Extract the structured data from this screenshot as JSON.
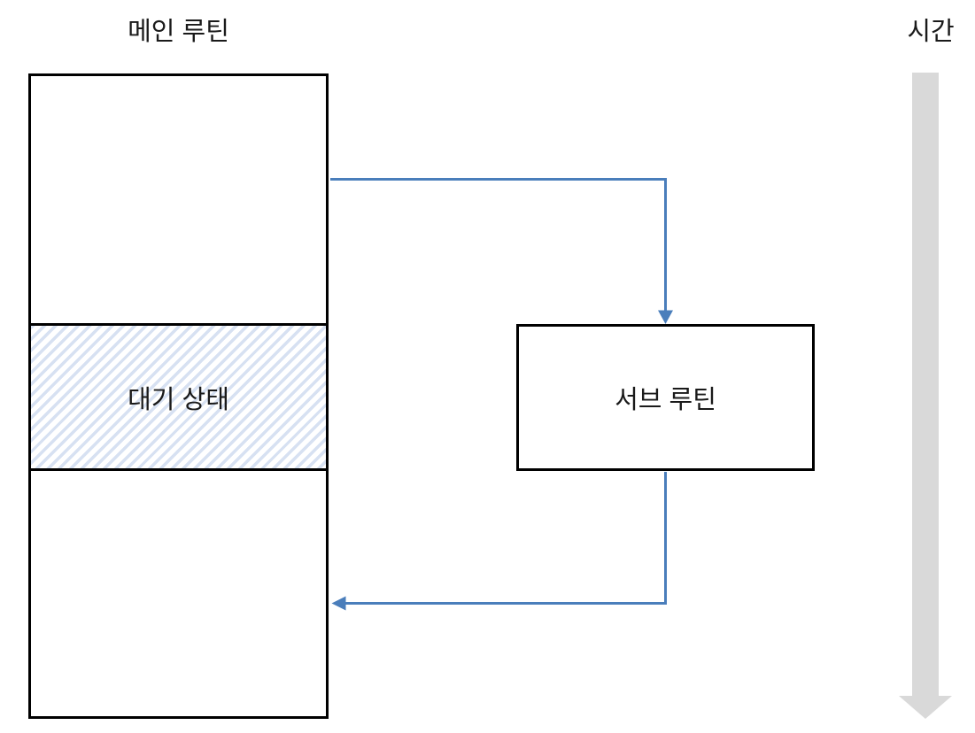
{
  "diagram": {
    "main_routine": {
      "title": "메인 루틴",
      "waiting_label": "대기 상태"
    },
    "subroutine": {
      "label": "서브 루틴"
    },
    "time_axis": {
      "label": "시간"
    },
    "arrows": [
      {
        "name": "call-arrow",
        "from": "main-routine",
        "to": "subroutine"
      },
      {
        "name": "return-arrow",
        "from": "subroutine",
        "to": "main-routine"
      },
      {
        "name": "time-arrow",
        "direction": "down"
      }
    ]
  },
  "colors": {
    "arrow_blue": "#4a7ebb",
    "hatch_blue": "#d7e1f2",
    "time_arrow_gray": "#d9d9d9",
    "box_border": "#000000",
    "background": "#ffffff",
    "text": "#1a1a1a"
  }
}
